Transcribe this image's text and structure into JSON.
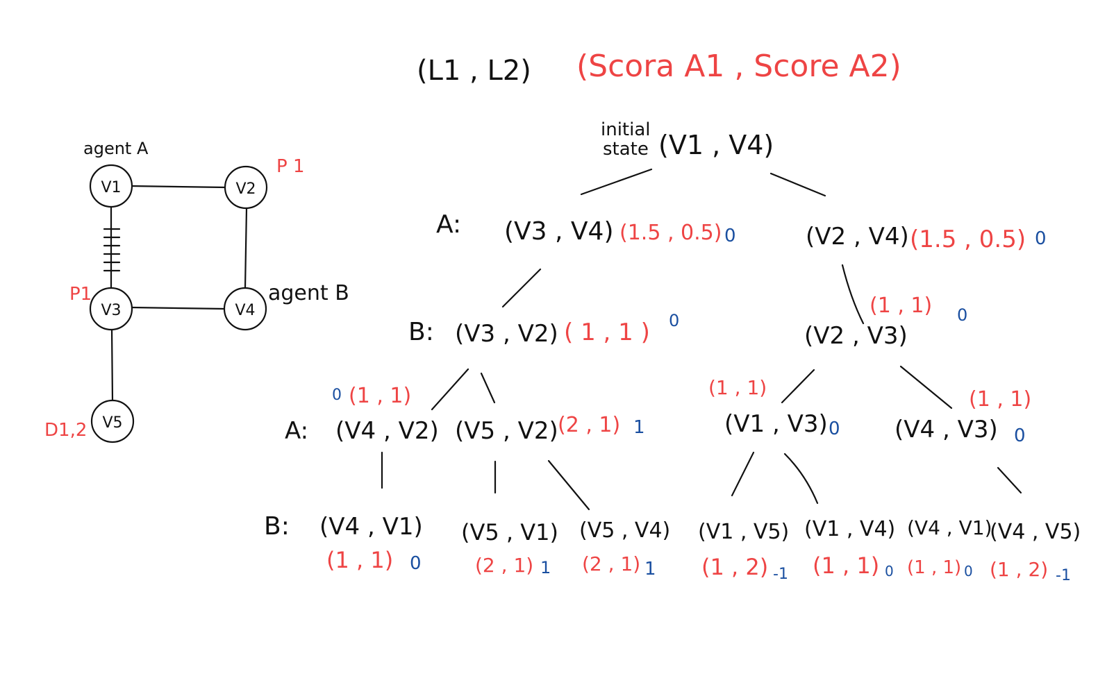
{
  "header": {
    "legend_left": "(L1 , L2)",
    "legend_right": "(Scora A1 , Score A2)"
  },
  "graph": {
    "nodes": [
      "V1",
      "V2",
      "V3",
      "V4",
      "V5"
    ],
    "agent_a": "agent A",
    "agent_b": "agent B",
    "p1_top": "P 1",
    "p1_left": "P1",
    "d12": "D1,2"
  },
  "tree": {
    "initial_line1": "initial",
    "initial_line2": "state",
    "root": "(V1 , V4)",
    "level_labels": {
      "a1": "A:",
      "b1": "B:",
      "a2": "A:",
      "b2": "B:"
    },
    "n_v3v4": "(V3 , V4)",
    "s_v3v4": "(1.5 , 0.5)",
    "u_v3v4": "0",
    "n_v2v4": "(V2 , V4)",
    "s_v2v4": "(1.5 , 0.5)",
    "u_v2v4": "0",
    "n_v3v2": "(V3 , V2)",
    "s_v3v2": "( 1 , 1 )",
    "u_v3v2": "0",
    "n_v2v3": "(V2 , V3)",
    "s_v2v3": "(1 , 1)",
    "u_v2v3": "0",
    "n_v4v2": "(V4 , V2)",
    "s_v4v2": "(1 , 1)",
    "u_v4v2": "0",
    "n_v5v2": "(V5 , V2)",
    "s_v5v2": "(2 , 1)",
    "u_v5v2": "1",
    "n_v1v3": "(V1 , V3)",
    "s_v1v3": "(1 , 1)",
    "u_v1v3": "0",
    "n_v4v3": "(V4 , V3)",
    "s_v4v3": "(1 , 1)",
    "u_v4v3": "0",
    "leaves": [
      {
        "node": "(V4 , V1)",
        "score": "(1 , 1)",
        "util": "0"
      },
      {
        "node": "(V5 , V1)",
        "score": "(2 , 1)",
        "util": "1"
      },
      {
        "node": "(V5 , V4)",
        "score": "(2 , 1)",
        "util": "1"
      },
      {
        "node": "(V1 , V5)",
        "score": "(1 , 2)",
        "util": "-1"
      },
      {
        "node": "(V1 , V4)",
        "score": "(1 , 1)",
        "util": "0"
      },
      {
        "node": "(V4 , V1)",
        "score": "(1 , 1)",
        "util": "0"
      },
      {
        "node": "(V4 , V5)",
        "score": "(1 , 2)",
        "util": "-1"
      }
    ]
  },
  "colors": {
    "ink": "#111111",
    "score": "#ee4444",
    "utility": "#1a4fa0"
  }
}
